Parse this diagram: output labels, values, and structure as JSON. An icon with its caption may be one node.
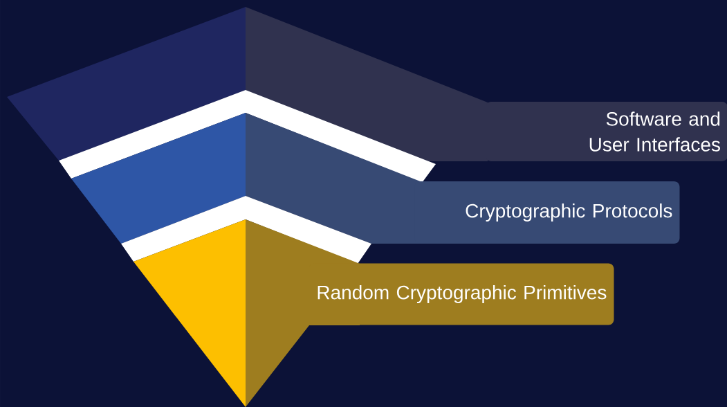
{
  "diagram": {
    "nodes": [
      {
        "text": [
          "Software and User Interfaces"
        ]
      },
      {
        "text": [
          "Cryptographic Protocols"
        ]
      },
      {
        "text": [
          "Random Cryptographic Primitives"
        ]
      }
    ]
  }
}
